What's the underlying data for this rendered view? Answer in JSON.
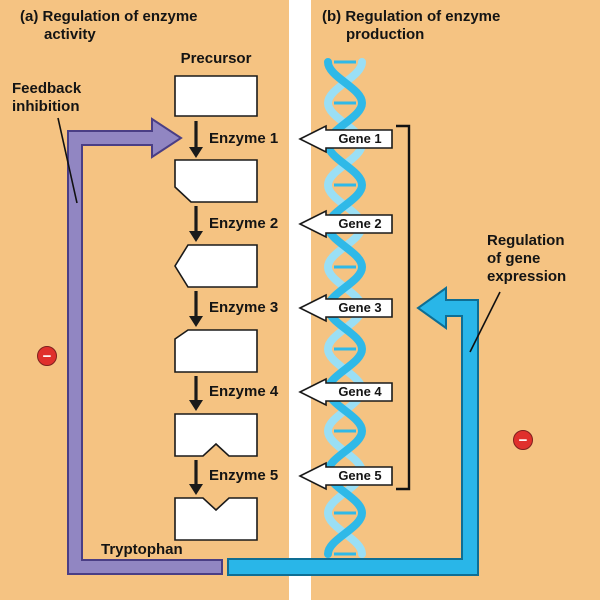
{
  "figure": {
    "panel_a": {
      "title_line1": "(a) Regulation of enzyme",
      "title_line2": "activity"
    },
    "panel_b": {
      "title_line1": "(b) Regulation of enzyme",
      "title_line2": "production"
    }
  },
  "labels": {
    "precursor": "Precursor",
    "tryptophan": "Tryptophan",
    "feedback_line1": "Feedback",
    "feedback_line2": "inhibition",
    "regulation_line1": "Regulation",
    "regulation_line2": "of gene",
    "regulation_line3": "expression"
  },
  "enzymes": [
    {
      "label": "Enzyme 1"
    },
    {
      "label": "Enzyme 2"
    },
    {
      "label": "Enzyme 3"
    },
    {
      "label": "Enzyme 4"
    },
    {
      "label": "Enzyme 5"
    }
  ],
  "genes": [
    {
      "label": "Gene 1"
    },
    {
      "label": "Gene 2"
    },
    {
      "label": "Gene 3"
    },
    {
      "label": "Gene 4"
    },
    {
      "label": "Gene 5"
    }
  ],
  "icons": {
    "minus": "−"
  },
  "colors": {
    "background": "#F5C382",
    "feedback_arrow": "#9186C2",
    "feedback_outline": "#4A3E85",
    "expression_arrow": "#29B6E8",
    "expression_outline": "#0E6E94",
    "helix_front": "#2FB9E8",
    "helix_back": "#9ADFF5",
    "minus_badge": "#E0302C",
    "divider": "#FFFFFF"
  }
}
